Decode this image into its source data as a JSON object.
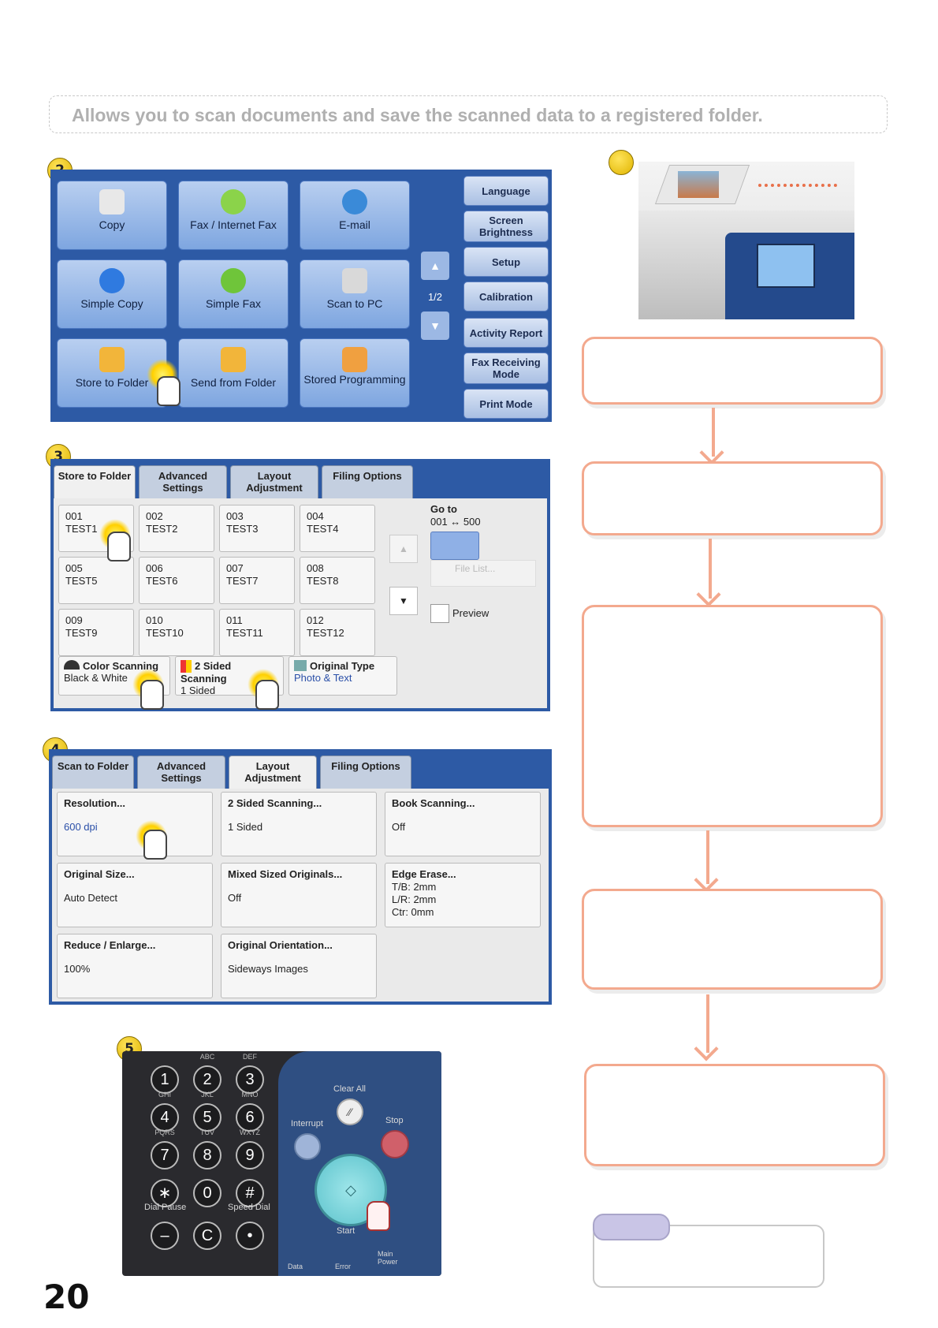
{
  "intro": "Allows you to scan documents and save the scanned data to a registered folder.",
  "page_number": "20",
  "steps": {
    "s1": "",
    "s2": "2",
    "s3": "3",
    "s4": "4",
    "s5": "5"
  },
  "menu": {
    "tiles": [
      "Copy",
      "Fax / Internet Fax",
      "E-mail",
      "Simple Copy",
      "Simple Fax",
      "Scan to PC",
      "Store to Folder",
      "Send from Folder",
      "Stored Programming"
    ],
    "page": "1/2",
    "side": [
      "Language",
      "Screen Brightness",
      "Setup",
      "Calibration",
      "Activity Report",
      "Fax Receiving Mode",
      "Print Mode"
    ]
  },
  "store": {
    "tabs": [
      "Store to Folder",
      "Advanced Settings",
      "Layout Adjustment",
      "Filing Options"
    ],
    "folders": [
      {
        "num": "001",
        "name": "TEST1"
      },
      {
        "num": "002",
        "name": "TEST2"
      },
      {
        "num": "003",
        "name": "TEST3"
      },
      {
        "num": "004",
        "name": "TEST4"
      },
      {
        "num": "005",
        "name": "TEST5"
      },
      {
        "num": "006",
        "name": "TEST6"
      },
      {
        "num": "007",
        "name": "TEST7"
      },
      {
        "num": "008",
        "name": "TEST8"
      },
      {
        "num": "009",
        "name": "TEST9"
      },
      {
        "num": "010",
        "name": "TEST10"
      },
      {
        "num": "011",
        "name": "TEST11"
      },
      {
        "num": "012",
        "name": "TEST12"
      }
    ],
    "goto": "Go to",
    "range": "001 ↔ 500",
    "file_list": "File List...",
    "preview": "Preview",
    "color_label": "Color Scanning",
    "color_value": "Black & White",
    "sided_label": "2 Sided Scanning",
    "sided_value": "1 Sided",
    "orig_label": "Original Type",
    "orig_value": "Photo & Text"
  },
  "layout": {
    "tabs": [
      "Scan to Folder",
      "Advanced Settings",
      "Layout Adjustment",
      "Filing Options"
    ],
    "options": [
      {
        "label": "Resolution...",
        "value": "600 dpi"
      },
      {
        "label": "2 Sided Scanning...",
        "value": "1 Sided"
      },
      {
        "label": "Book Scanning...",
        "value": "Off"
      },
      {
        "label": "Original Size...",
        "value": "Auto Detect"
      },
      {
        "label": "Mixed Sized Originals...",
        "value": "Off"
      },
      {
        "label": "Edge Erase...",
        "value": "T/B: 2mm",
        "value2": "L/R: 2mm",
        "value3": "Ctr: 0mm"
      },
      {
        "label": "Reduce / Enlarge...",
        "value": "100%"
      },
      {
        "label": "Original Orientation...",
        "value": "Sideways Images"
      }
    ]
  },
  "keypad": {
    "keys": [
      "1",
      "2",
      "3",
      "4",
      "5",
      "6",
      "7",
      "8",
      "9",
      "∗",
      "0",
      "#",
      "–",
      "C",
      "•"
    ],
    "subs": [
      "ABC",
      "DEF",
      "GHI",
      "JKL",
      "MNO",
      "PQRS",
      "TUV",
      "WXYZ"
    ],
    "dial_pause": "Dial Pause",
    "speed_dial": "Speed Dial",
    "clear_all": "Clear All",
    "interrupt": "Interrupt",
    "stop": "Stop",
    "start": "Start",
    "data": "Data",
    "error": "Error",
    "main_power": "Main Power"
  }
}
